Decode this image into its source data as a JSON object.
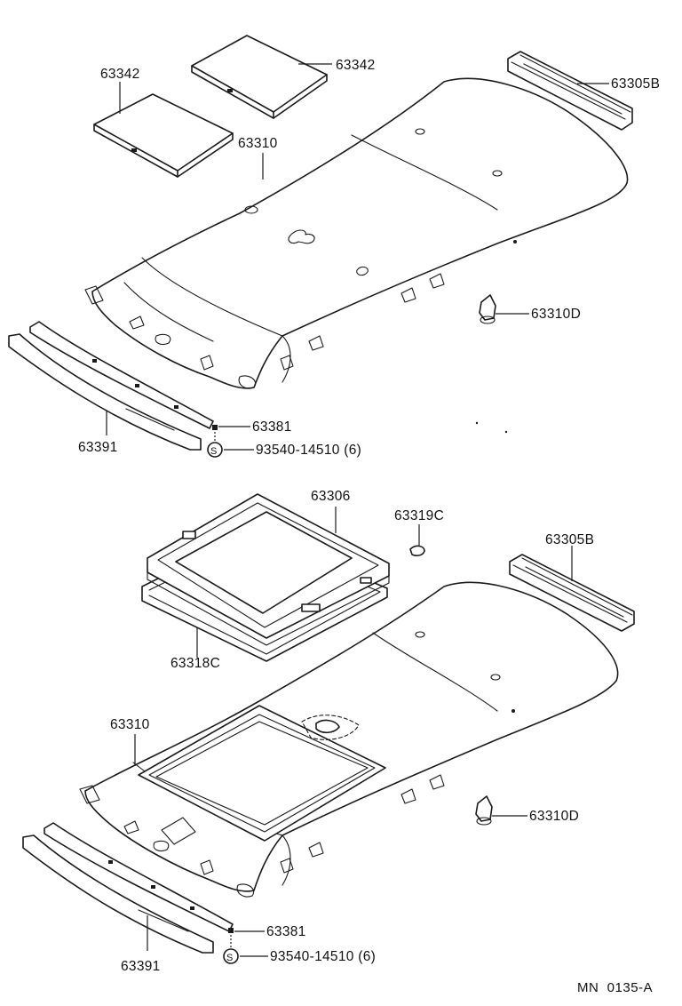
{
  "diagram": {
    "ref_code": "MN  0135-A",
    "upper_assembly": {
      "labels": {
        "sunshade_left": "63342",
        "sunshade_right": "63342",
        "headliner": "63310",
        "rear_trim": "63305B",
        "clip": "63310D",
        "bracket": "63381",
        "front_trim": "63391",
        "screw": "93540-14510 (6)",
        "screw_symbol": "S"
      }
    },
    "lower_assembly": {
      "labels": {
        "sunroof_frame": "63306",
        "drain_clip": "63319C",
        "rear_trim": "63305B",
        "sunroof_seal": "63318C",
        "headliner": "63310",
        "clip": "63310D",
        "bracket": "63381",
        "front_trim": "63391",
        "screw": "93540-14510 (6)",
        "screw_symbol": "S"
      }
    }
  }
}
